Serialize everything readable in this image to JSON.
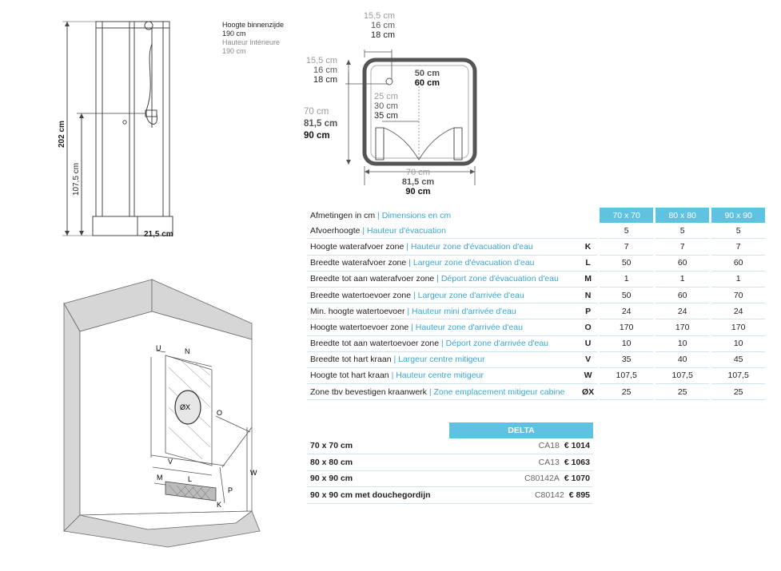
{
  "notes": {
    "height_inside_nl": "Hoogte binnenzijde",
    "height_inside_nl_value": "190 cm",
    "height_inside_fr": "Hauteur intérieure",
    "height_inside_fr_value": "190 cm"
  },
  "elevation": {
    "total_height": "202 cm",
    "tap_height": "107,5 cm",
    "tray_height": "21,5 cm"
  },
  "plan": {
    "top_offset": [
      "15,5 cm",
      "16 cm",
      "18 cm"
    ],
    "left_offset": [
      "15,5 cm",
      "16 cm",
      "18 cm"
    ],
    "drain_outer": [
      "50 cm",
      "60 cm"
    ],
    "drain_inner": [
      "25 cm",
      "30 cm",
      "35 cm"
    ],
    "depth": [
      "70 cm",
      "81,5 cm",
      "90 cm"
    ],
    "width": [
      "70 cm",
      "81,5 cm",
      "90 cm"
    ]
  },
  "wall_letters": {
    "u": "U",
    "n": "N",
    "ox": "ØX",
    "o": "O",
    "v": "V",
    "w": "W",
    "m": "M",
    "l": "L",
    "p": "P",
    "k": "K"
  },
  "spec_table": {
    "header_nl": "Afmetingen in cm",
    "header_fr": "Dimensions en cm",
    "columns": [
      "70 x 70",
      "80 x 80",
      "90 x 90"
    ],
    "rows": [
      {
        "nl": "Afvoerhoogte",
        "fr": "Hauteur d'évacuation",
        "code": "",
        "values": [
          "5",
          "5",
          "5"
        ]
      },
      {
        "nl": "Hoogte waterafvoer zone",
        "fr": "Hauteur zone d'évacuation d'eau",
        "code": "K",
        "values": [
          "7",
          "7",
          "7"
        ]
      },
      {
        "nl": "Breedte waterafvoer zone",
        "fr": "Largeur zone d'évacuation d'eau",
        "code": "L",
        "values": [
          "50",
          "60",
          "60"
        ]
      },
      {
        "nl": "Breedte tot aan waterafvoer zone",
        "fr": "Déport zone d'évacuation d'eau",
        "code": "M",
        "values": [
          "1",
          "1",
          "1"
        ]
      },
      {
        "nl": "Breedte watertoevoer zone",
        "fr": "Largeur zone d'arrivée d'eau",
        "code": "N",
        "values": [
          "50",
          "60",
          "70"
        ]
      },
      {
        "nl": "Min. hoogte watertoevoer",
        "fr": "Hauteur mini d'arrivée d'eau",
        "code": "P",
        "values": [
          "24",
          "24",
          "24"
        ]
      },
      {
        "nl": "Hoogte watertoevoer zone",
        "fr": "Hauteur zone d'arrivée d'eau",
        "code": "O",
        "values": [
          "170",
          "170",
          "170"
        ]
      },
      {
        "nl": "Breedte tot aan watertoevoer zone",
        "fr": "Déport zone d'arrivée d'eau",
        "code": "U",
        "values": [
          "10",
          "10",
          "10"
        ]
      },
      {
        "nl": "Breedte tot hart kraan",
        "fr": "Largeur centre mitigeur",
        "code": "V",
        "values": [
          "35",
          "40",
          "45"
        ]
      },
      {
        "nl": "Hoogte tot hart kraan",
        "fr": "Hauteur centre mitigeur",
        "code": "W",
        "values": [
          "107,5",
          "107,5",
          "107,5"
        ]
      },
      {
        "nl": "Zone tbv bevestigen kraanwerk",
        "fr": "Zone emplacement mitigeur cabine",
        "code": "ØX",
        "values": [
          "25",
          "25",
          "25"
        ]
      }
    ]
  },
  "price_table": {
    "header": "DELTA",
    "rows": [
      {
        "name": "70 x 70 cm",
        "code": "CA18",
        "price": "€ 1014"
      },
      {
        "name": "80 x 80 cm",
        "code": "CA13",
        "price": "€ 1063"
      },
      {
        "name": "90 x 90 cm",
        "code": "C80142A",
        "price": "€ 1070"
      },
      {
        "name": "90 x 90 cm met douchegordijn",
        "code": "C80142",
        "price": "€ 895"
      }
    ]
  },
  "colors": {
    "accent": "#5ec2e0",
    "french_text": "#3aa6cf",
    "frame": "#555555"
  }
}
